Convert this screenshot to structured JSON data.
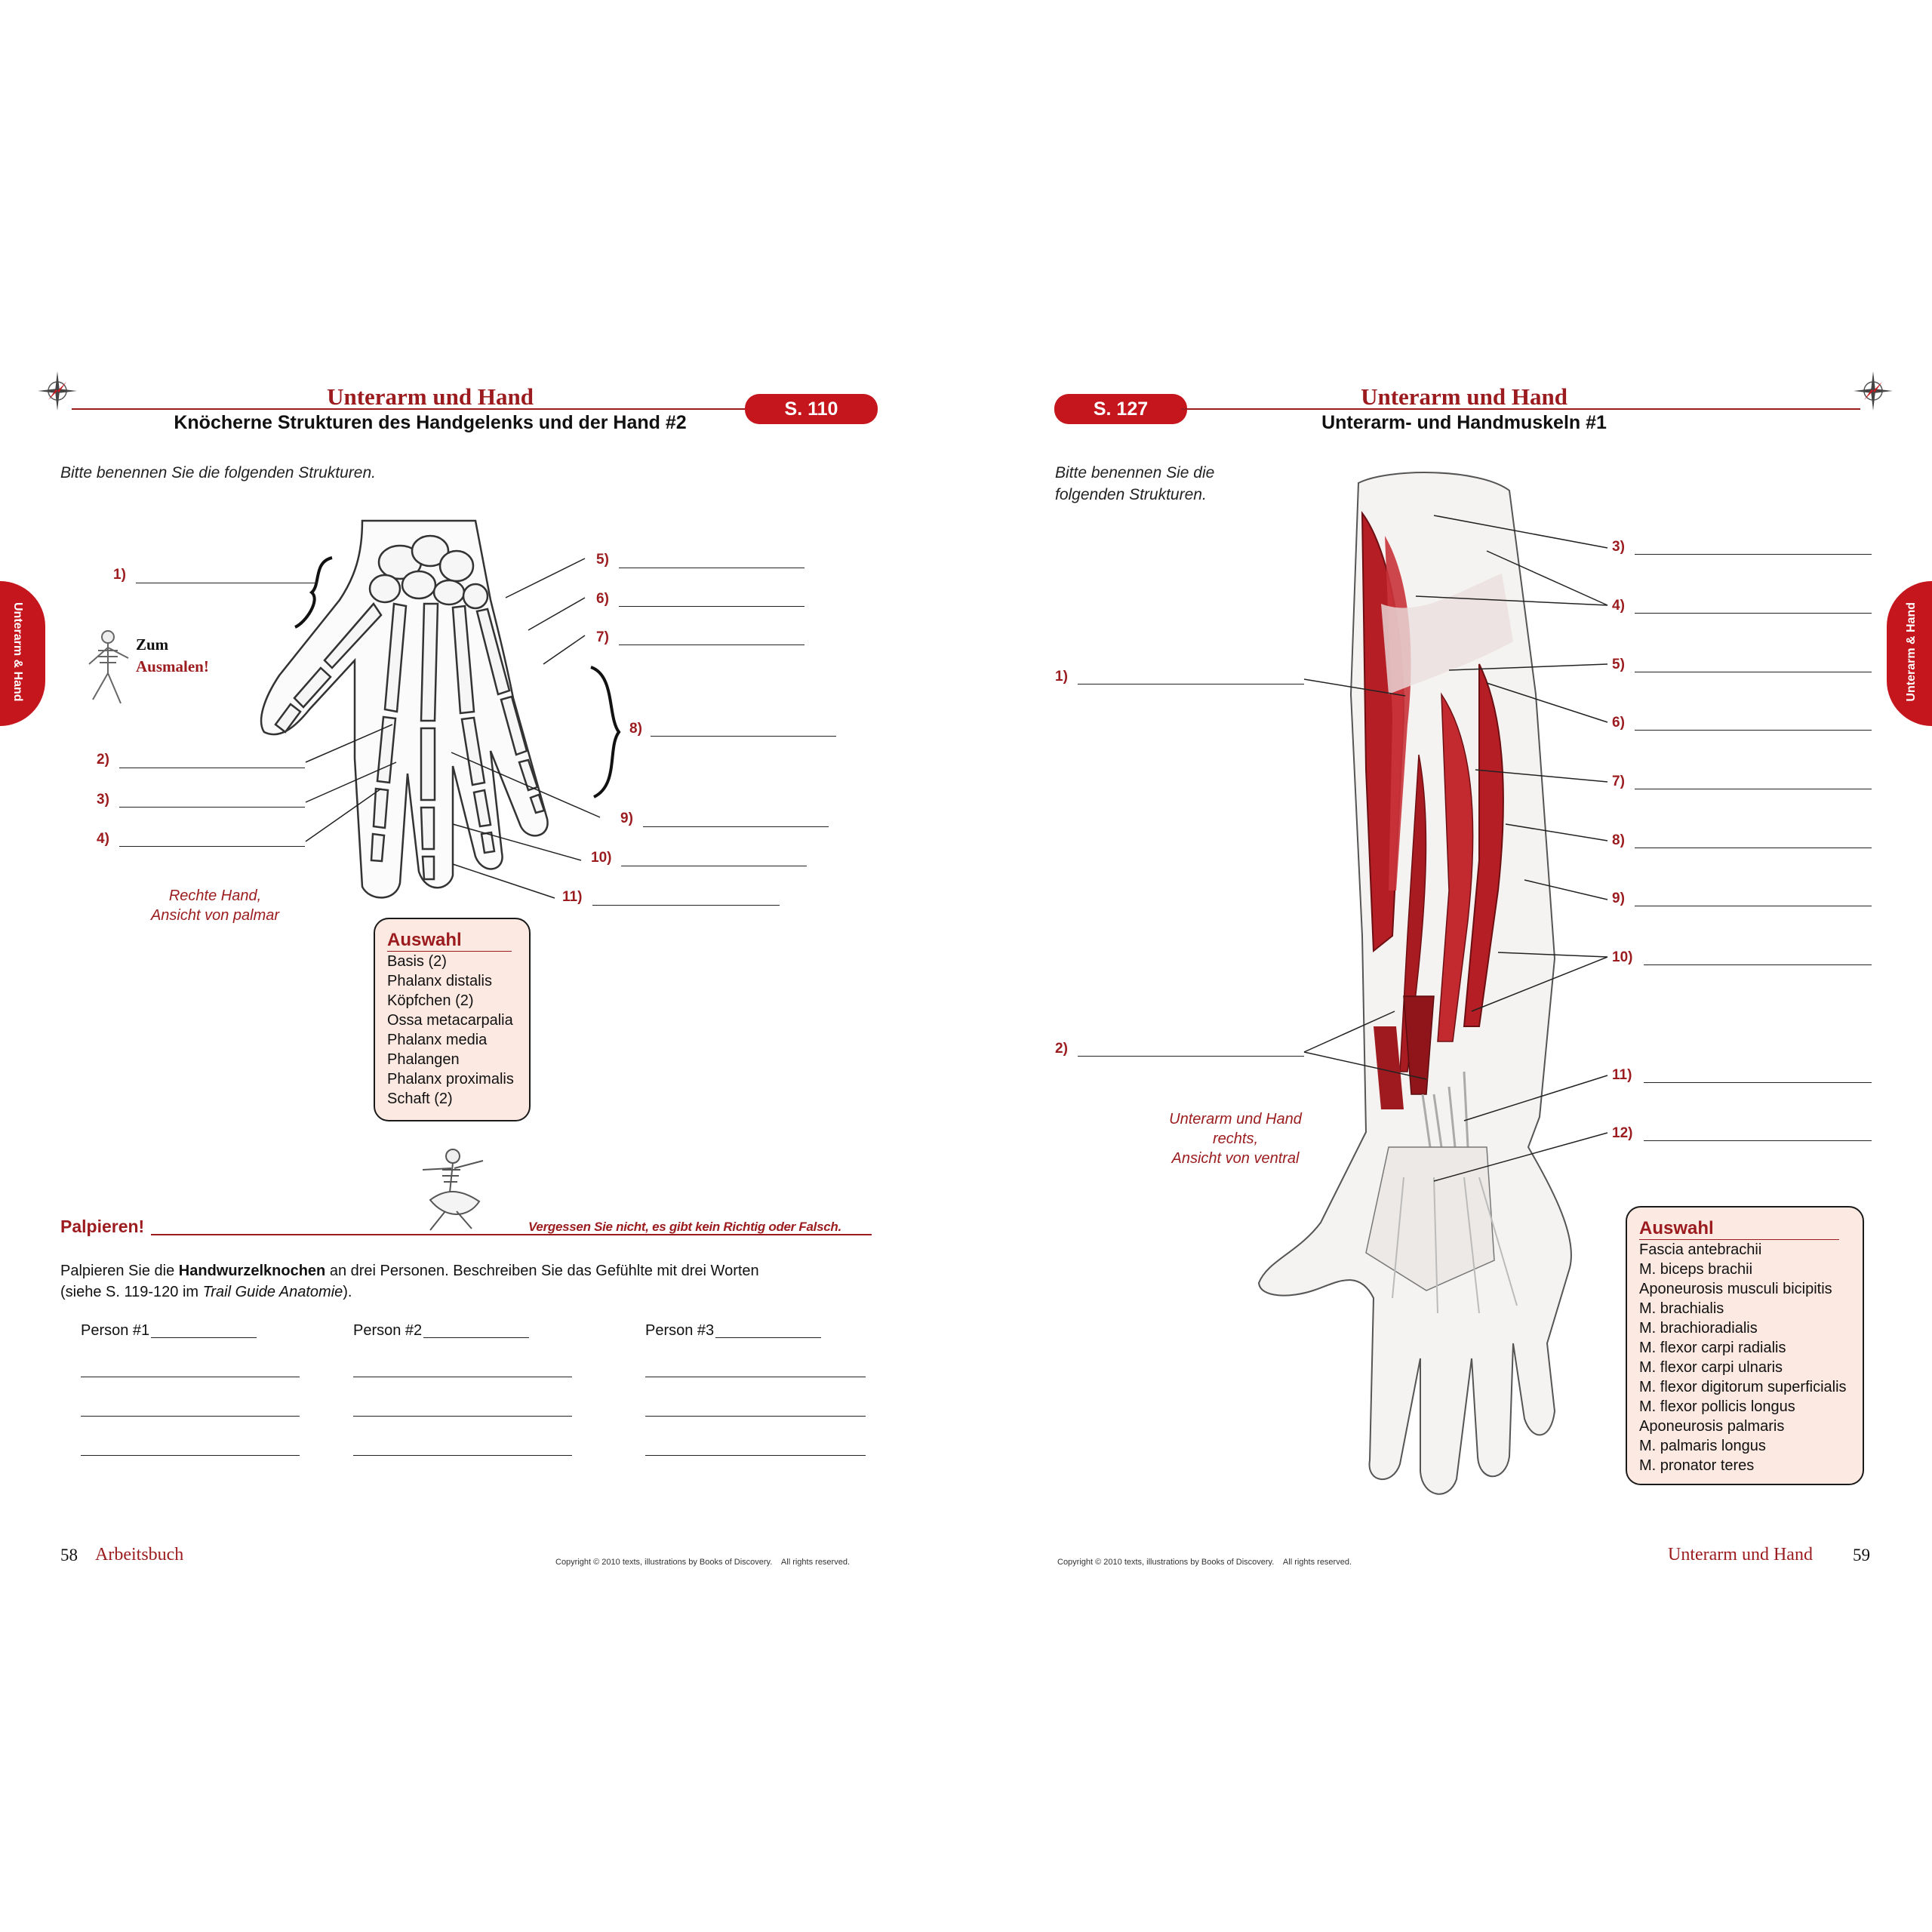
{
  "left": {
    "title": "Unterarm und Hand",
    "subtitle": "Knöcherne Strukturen des Handgelenks und der Hand #2",
    "page_ref": "S. 110",
    "instruction": "Bitte benennen Sie die folgenden Strukturen.",
    "labels": [
      "1)",
      "2)",
      "3)",
      "4)",
      "5)",
      "6)",
      "7)",
      "8)",
      "9)",
      "10)",
      "11)"
    ],
    "zum": "Zum",
    "ausmalen": "Ausmalen!",
    "caption_line1": "Rechte Hand,",
    "caption_line2": "Ansicht von palmar",
    "auswahl_title": "Auswahl",
    "auswahl_items": [
      "Basis (2)",
      "Phalanx distalis",
      "Köpfchen (2)",
      "Ossa metacarpalia",
      "Phalanx media",
      "Phalangen",
      "Phalanx proximalis",
      "Schaft (2)"
    ],
    "palpieren_title": "Palpieren!",
    "palpieren_note": "Vergessen Sie nicht, es gibt kein Richtig oder Falsch.",
    "palpieren_text_1": "Palpieren Sie die ",
    "palpieren_text_bold": "Handwurzelknochen",
    "palpieren_text_2": " an drei Personen. Beschreiben Sie das Gefühlte mit drei Worten",
    "palpieren_text_3": "(siehe S. 119-120 im ",
    "palpieren_text_italic": "Trail Guide Anatomie",
    "palpieren_text_4": ").",
    "persons": [
      "Person #1",
      "Person #2",
      "Person #3"
    ],
    "page_number": "58",
    "footer_title": "Arbeitsbuch",
    "copyright": "Copyright © 2010 texts, illustrations by Books of Discovery.    All rights reserved.",
    "side_tab": "Unterarm & Hand"
  },
  "right": {
    "title": "Unterarm und Hand",
    "subtitle": "Unterarm- und Handmuskeln #1",
    "page_ref": "S. 127",
    "instruction_line1": "Bitte benennen Sie die",
    "instruction_line2": "folgenden Strukturen.",
    "labels": [
      "1)",
      "2)",
      "3)",
      "4)",
      "5)",
      "6)",
      "7)",
      "8)",
      "9)",
      "10)",
      "11)",
      "12)"
    ],
    "caption_line1": "Unterarm und Hand",
    "caption_line2": "rechts,",
    "caption_line3": "Ansicht von ventral",
    "auswahl_title": "Auswahl",
    "auswahl_items": [
      "Fascia antebrachii",
      "M. biceps brachii",
      "Aponeurosis musculi bicipitis",
      "M. brachialis",
      "M. brachioradialis",
      "M. flexor carpi radialis",
      "M. flexor carpi ulnaris",
      "M. flexor digitorum superficialis",
      "M. flexor pollicis longus",
      "Aponeurosis palmaris",
      "M. palmaris longus",
      "M. pronator teres"
    ],
    "page_number": "59",
    "footer_title": "Unterarm und Hand",
    "copyright": "Copyright © 2010 texts, illustrations by Books of Discovery.    All rights reserved.",
    "side_tab": "Unterarm & Hand"
  },
  "colors": {
    "accent": "#9b1b1e",
    "pill": "#c4161c",
    "box_fill": "#fce9e2"
  }
}
